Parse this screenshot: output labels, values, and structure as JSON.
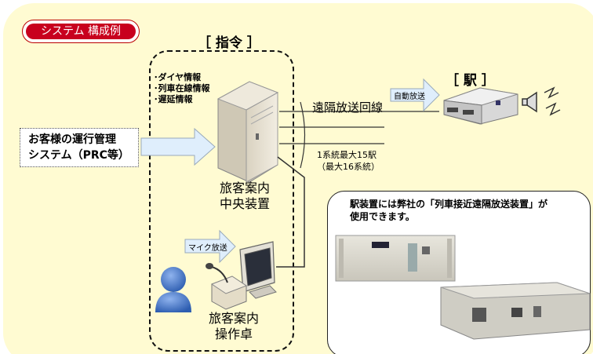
{
  "badge": {
    "label": "システム 構成例"
  },
  "command": {
    "title": "［ 指令 ］"
  },
  "info_list": [
    "･ダイヤ情報",
    "･列車在線情報",
    "･遅延情報"
  ],
  "prc": {
    "line1": "お客様の運行管理",
    "line2": "システム（PRC等）"
  },
  "center": {
    "line1": "旅客案内",
    "line2": "中央装置"
  },
  "console": {
    "line1": "旅客案内",
    "line2": "操作卓"
  },
  "mic": {
    "label": "マイク放送"
  },
  "station": {
    "title": "［ 駅 ］",
    "auto_label": "自動放送"
  },
  "line": {
    "label": "遠隔放送回線",
    "note1": "1系統最大15駅",
    "note2": "（最大16系統）"
  },
  "infobox": {
    "line1": "駅装置には弊社の「列車接近遠隔放送装置」が",
    "line2": "使用できます。"
  },
  "colors": {
    "panel": "#fffbd2",
    "badge": "#c8001e",
    "arrow": "#dfeefc",
    "person": "#3e6fc0"
  }
}
